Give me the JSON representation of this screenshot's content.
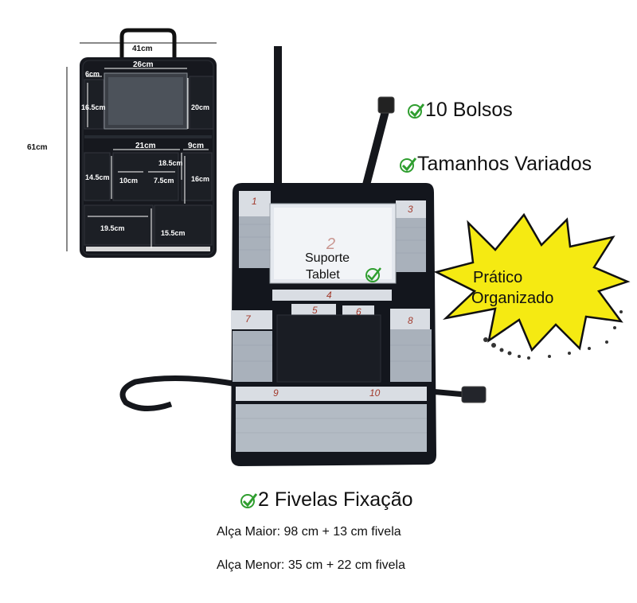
{
  "diagram": {
    "width_label": "41cm",
    "height_label": "61cm",
    "dims": {
      "d26": "26cm",
      "d6": "6cm",
      "d16_5": "16.5cm",
      "d20": "20cm",
      "d21": "21cm",
      "d9": "9cm",
      "d18_5": "18.5cm",
      "d14_5": "14.5cm",
      "d10": "10cm",
      "d7_5": "7.5cm",
      "d16": "16cm",
      "d19_5": "19.5cm",
      "d15_5": "15.5cm"
    }
  },
  "organizer": {
    "tablet_label_1": "Suporte",
    "tablet_label_2": "Tablet",
    "pockets": [
      "1",
      "2",
      "3",
      "4",
      "5",
      "6",
      "7",
      "8",
      "9",
      "10"
    ]
  },
  "features": {
    "pockets": "10 Bolsos",
    "sizes": "Tamanhos Variados",
    "buckles": "2 Fivelas Fixação"
  },
  "badge": {
    "line1": "Prático",
    "line2": "Organizado",
    "color": "#f5ea12"
  },
  "straps": {
    "major": "Alça Maior: 98 cm + 13 cm fivela",
    "minor": "Alça Menor: 35 cm + 22 cm fivela"
  },
  "colors": {
    "check": "#2f9e2f",
    "fabric": "#13161d",
    "mesh": "#b5bcc6"
  }
}
